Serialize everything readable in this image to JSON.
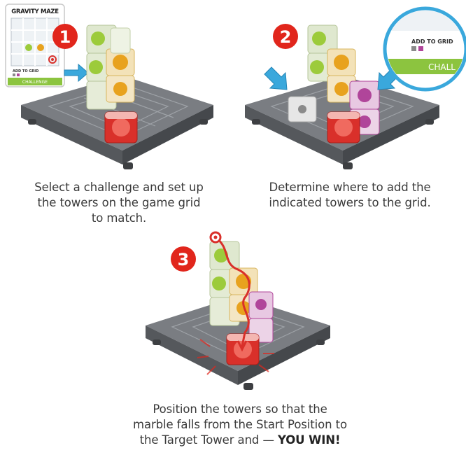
{
  "steps": [
    {
      "number": "1",
      "caption_lines": [
        "Select a challenge and set up",
        "the towers on the game grid",
        "to match."
      ],
      "card": {
        "logo": "GRAVITY MAZE",
        "add_label": "ADD TO GRID",
        "footer": "CHALLENGE"
      }
    },
    {
      "number": "2",
      "caption_lines": [
        "Determine where to add the",
        "indicated towers to the grid."
      ],
      "zoom": {
        "add_label": "ADD TO GRID",
        "footer": "CHALL"
      }
    },
    {
      "number": "3",
      "caption_lines": [
        "Position the towers so that the",
        "marble falls from the Start Position to"
      ],
      "caption_last_prefix": "the Target Tower and — ",
      "caption_last_bold": "YOU WIN!"
    }
  ],
  "colors": {
    "badge_red": "#e1261c",
    "arrow_blue": "#3aa8dc",
    "card_green": "#8cc43f",
    "board_gray": "#6d7075",
    "cube_green": "#9ccb3b",
    "cube_orange": "#e8a21e",
    "cube_purple": "#b0459a",
    "cube_red": "#d9302a"
  }
}
